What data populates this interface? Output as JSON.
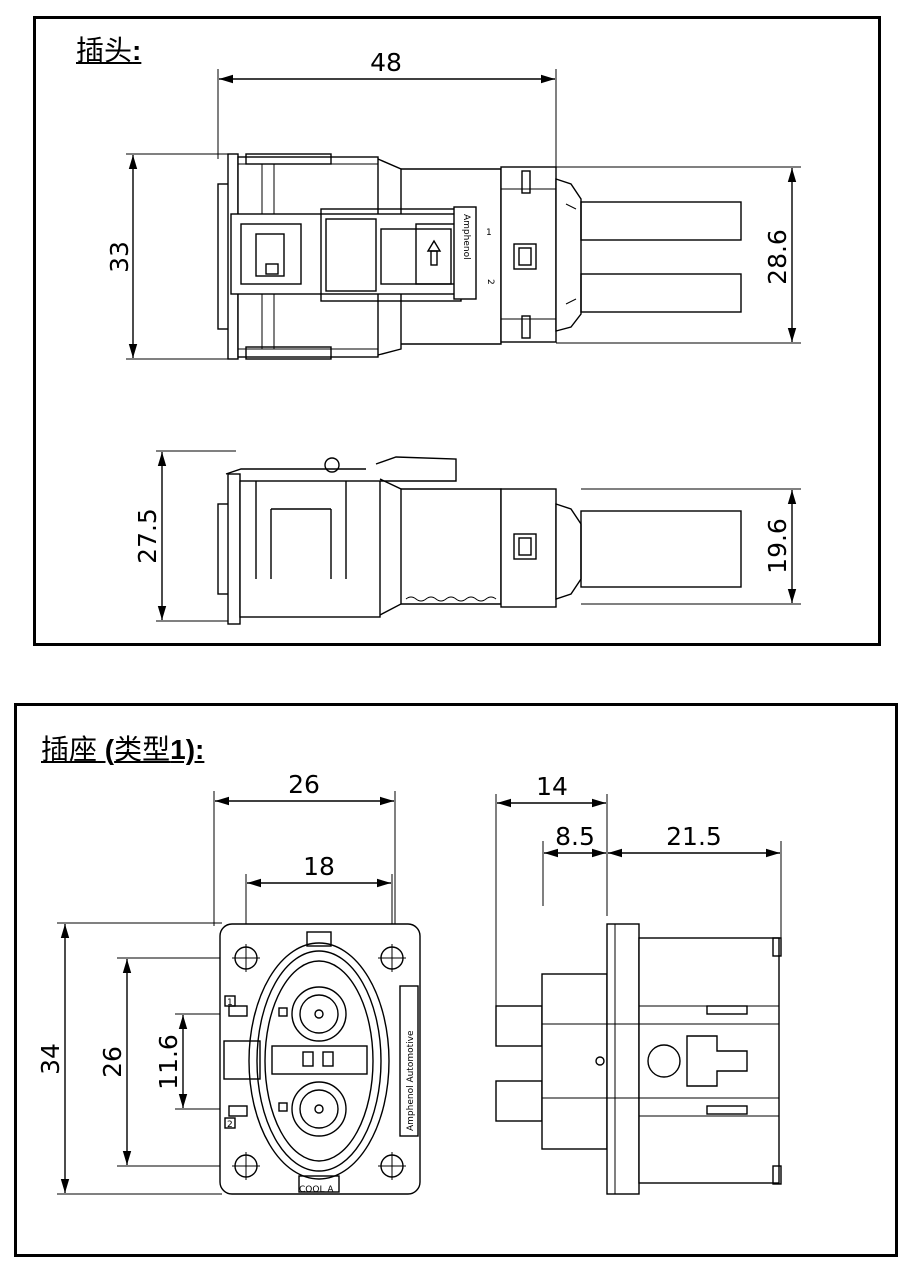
{
  "plug": {
    "title_cn": "插头",
    "title_colon": ":",
    "dims": {
      "top_length": "48",
      "height_front": "33",
      "height_rear": "28.6",
      "side_height": "27.5",
      "side_rear": "19.6"
    },
    "part_marks": [
      "1",
      "2",
      "Amphenol"
    ]
  },
  "socket": {
    "title_cn": "插座",
    "title_paren_open": " (",
    "title_cn2": "类型",
    "title_num": "1):",
    "dims": {
      "width_outer": "26",
      "width_inner": "18",
      "height_outer": "34",
      "height_inner": "26",
      "pin_pitch": "11.6",
      "depth_front": "14",
      "flange": "8.5",
      "depth_rear": "21.5"
    },
    "part_marks": [
      "1",
      "2",
      "Amphenol Automotive",
      "COOL A"
    ]
  },
  "colors": {
    "line": "#000000",
    "background": "#ffffff"
  }
}
